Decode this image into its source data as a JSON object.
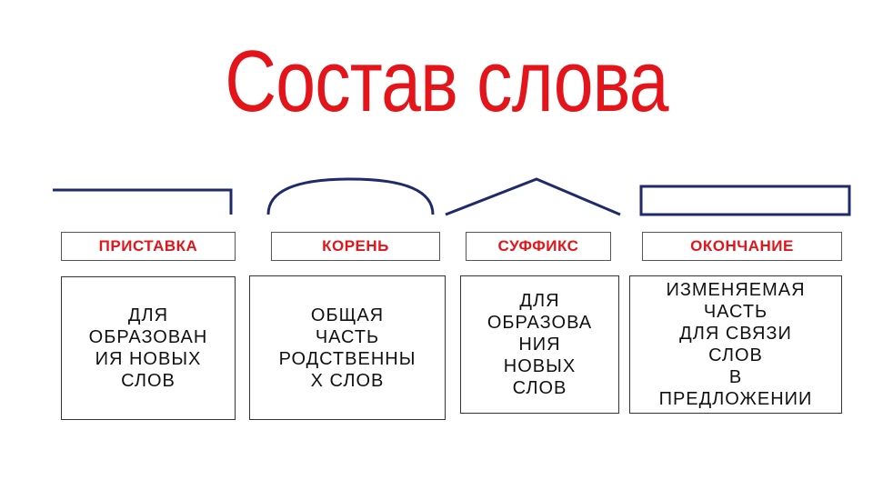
{
  "title": "Состав слова",
  "colors": {
    "accent": "#e3151a",
    "mark_stroke": "#1f2a6b"
  },
  "parts": [
    {
      "name": "ПРИСТАВКА",
      "mark": "prefix-mark",
      "description": "ДЛЯ\nОБРАЗОВАН\nИЯ НОВЫХ\nСЛОВ"
    },
    {
      "name": "КОРЕНЬ",
      "mark": "root-mark",
      "description": "ОБЩАЯ\nЧАСТЬ\nРОДСТВЕННЫ\nХ СЛОВ"
    },
    {
      "name": "СУФФИКС",
      "mark": "suffix-mark",
      "description": "ДЛЯ\nОБРАЗОВА\nНИЯ\nНОВЫХ\nСЛОВ"
    },
    {
      "name": "ОКОНЧАНИЕ",
      "mark": "ending-mark",
      "description": "ИЗМЕНЯЕМАЯ\nЧАСТЬ\nДЛЯ СВЯЗИ\nСЛОВ\nВ\nПРЕДЛОЖЕНИИ"
    }
  ]
}
